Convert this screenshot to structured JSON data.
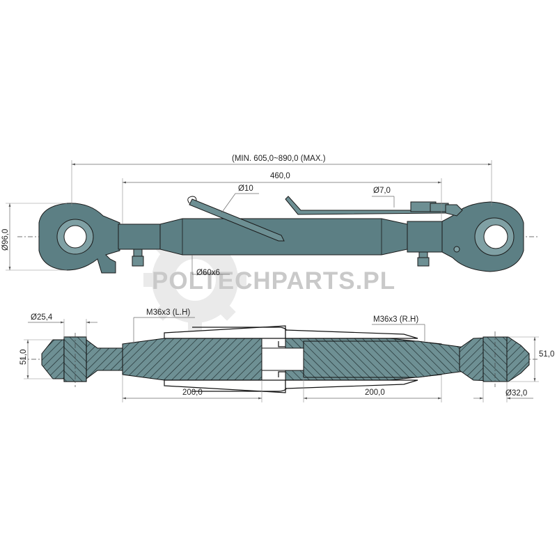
{
  "watermark": "POLTECHPARTS.PL",
  "colors": {
    "part": "#5c7f84",
    "dimension": "#6a6a6a",
    "watermark": "#c9c9c9"
  },
  "top_view": {
    "overall_length": "(MIN. 605,0~890,0 (MAX.)",
    "tube_length": "460,0",
    "pin_diameter": "Ø10",
    "pin_diameter_small": "Ø7,0",
    "tube_diameter": "Ø60x6",
    "eye_height": "Ø96,0"
  },
  "section_view": {
    "left_hole": "Ø25,4",
    "left_thread": "M36x3 (L.H)",
    "right_thread": "M36x3 (R.H)",
    "left_width": "51,0",
    "right_width": "51,0",
    "left_thread_length": "200,0",
    "right_thread_length": "200,0",
    "right_hole": "Ø32,0"
  }
}
